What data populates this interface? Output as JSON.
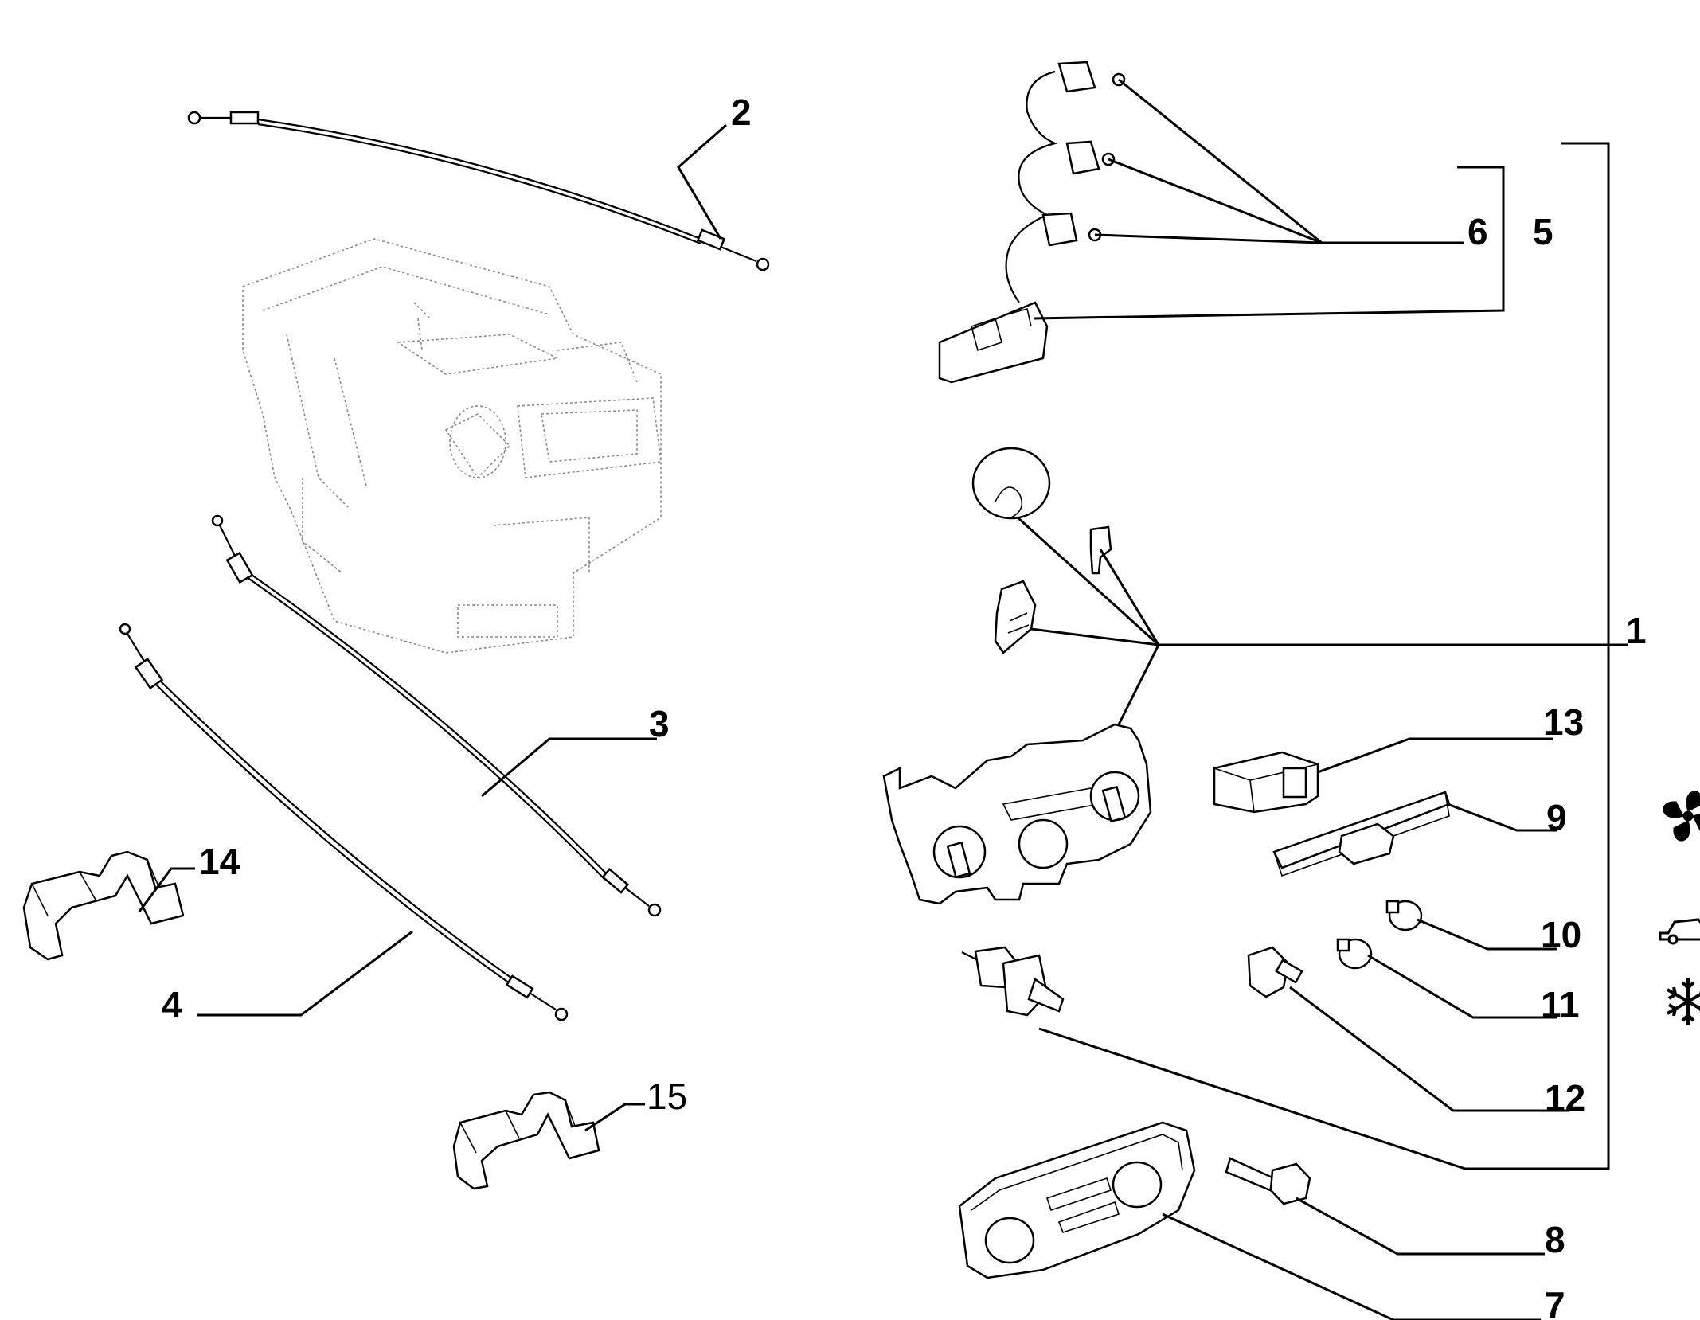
{
  "callouts": {
    "c1": "1",
    "c2": "2",
    "c3": "3",
    "c4": "4",
    "c5": "5",
    "c6": "6",
    "c7": "7",
    "c8": "8",
    "c9": "9",
    "c10": "10",
    "c11": "11",
    "c12": "12",
    "c13": "13",
    "c14": "14",
    "c15": "15"
  },
  "symbols": {
    "row9": "fan-icon",
    "row10": "car-recirculation-icon",
    "row11": "snowflake-icon"
  },
  "colors": {
    "ink": "#000000",
    "ghost": "#8a8a8a",
    "paper": "#ffffff"
  }
}
